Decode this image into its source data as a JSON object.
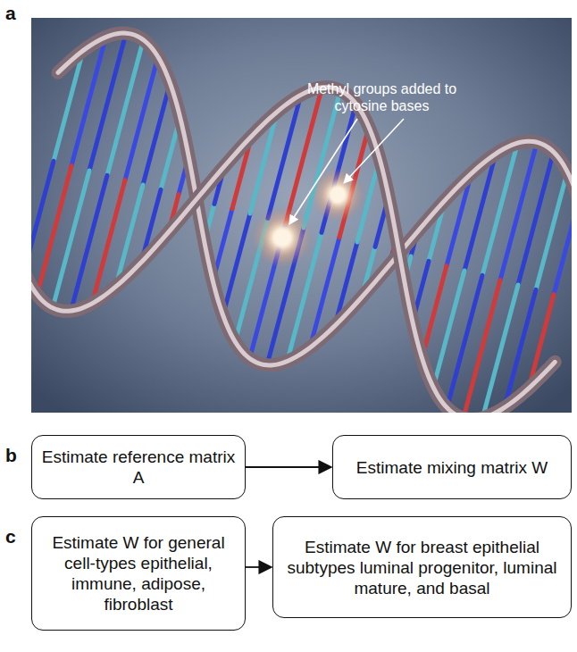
{
  "diagram": {
    "nodes": [
      {
        "text": [
          "Estimate reference matrix A"
        ]
      },
      {
        "text": [
          "Estimate mixing matrix W"
        ]
      },
      {
        "text": [
          "Estimate W for general cell-types epithelial, immune, adipose, fibroblast"
        ]
      },
      {
        "text": [
          "Estimate W for breast epithelial subtypes luminal progenitor, luminal mature, and basal"
        ]
      }
    ],
    "edges": [
      {
        "from": 0,
        "to": 1,
        "arrow": "to"
      },
      {
        "from": 2,
        "to": 3,
        "arrow": "to"
      }
    ],
    "labels": [
      "a",
      "Methyl groups added to cytosine bases",
      "b",
      "c"
    ]
  }
}
